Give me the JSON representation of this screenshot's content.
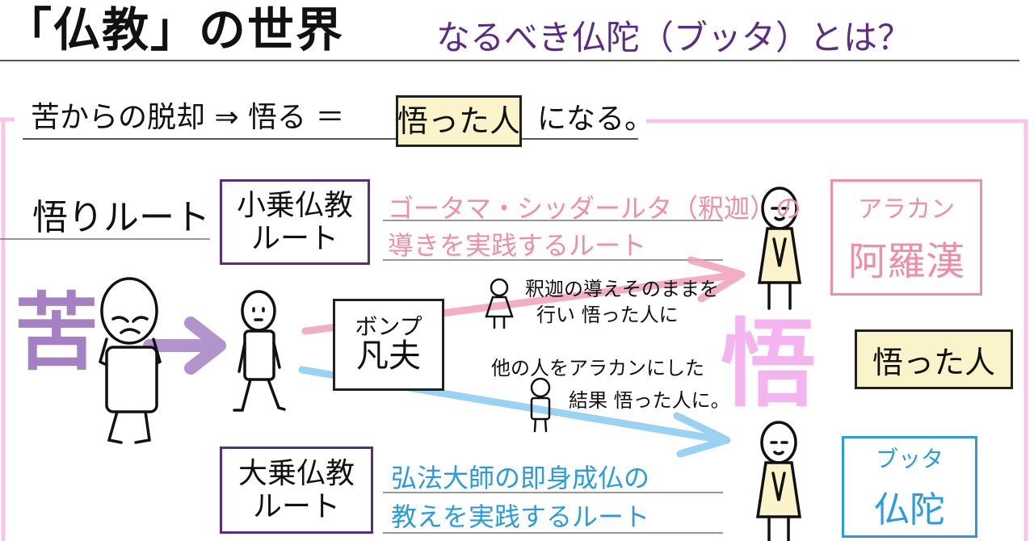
{
  "header": {
    "title": "「仏教」の世界",
    "subtitle": "なるべき仏陀（ブッタ）とは？"
  },
  "lead": {
    "text": "苦からの脱却 ⇒ 悟る ＝",
    "result": "悟った人",
    "tail": "になる。"
  },
  "route_title": "悟りルート",
  "routes": {
    "small": {
      "line1": "小乗仏教",
      "line2": "ルート",
      "desc1": "ゴータマ・シッダールタ（釈迦）の",
      "desc2": "導きを実践するルート",
      "note1": "釈迦の導えそのままを",
      "note2": "行い 悟った人に",
      "goal_reading": "アラカン",
      "goal": "阿羅漢"
    },
    "large": {
      "line1": "大乗仏教",
      "line2": "ルート",
      "desc1": "弘法大師の即身成仏の",
      "desc2": "教えを実践するルート",
      "note1": "他の人をアラカンにした",
      "note2": "結果 悟った人に。",
      "goal_reading": "ブッタ",
      "goal": "仏陀"
    }
  },
  "kanji": {
    "suffering": "苦",
    "enlightenment": "悟"
  },
  "bonpu": {
    "reading": "ボンプ",
    "main": "凡夫"
  },
  "result_box": "悟った人",
  "colors": {
    "purple": "#5b2b86",
    "pink": "#ee8fa6",
    "blue": "#2b9be0",
    "highlight": "#fbf3c9",
    "lavender": "#9266b8"
  }
}
